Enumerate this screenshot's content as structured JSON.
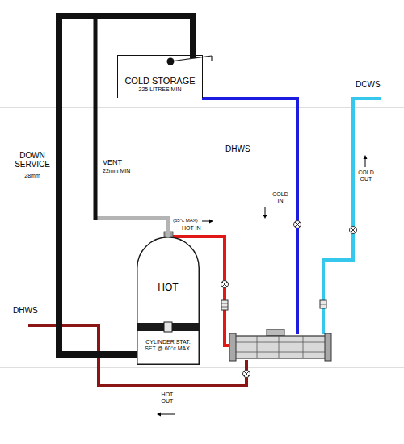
{
  "diagram": {
    "nodes": [
      {
        "text": [
          "COLD STORAGE",
          "225 LITRES MIN"
        ]
      },
      {
        "text": [
          "HOT",
          "CYLINDER STAT. SET @ 60°c MAX."
        ]
      }
    ],
    "edges": [
      {
        "from": 0,
        "to": 1,
        "arrow": "none"
      },
      {
        "from": 1,
        "to": 0,
        "arrow": "none"
      }
    ],
    "labels": [
      "DCWS",
      "DHWS",
      "DOWN SERVICE",
      "28mm",
      "VENT",
      "22mm MIN",
      "COLD IN",
      "COLD OUT",
      "(65°c MAX)",
      "HOT IN",
      "DHWS",
      "HOT OUT"
    ]
  }
}
